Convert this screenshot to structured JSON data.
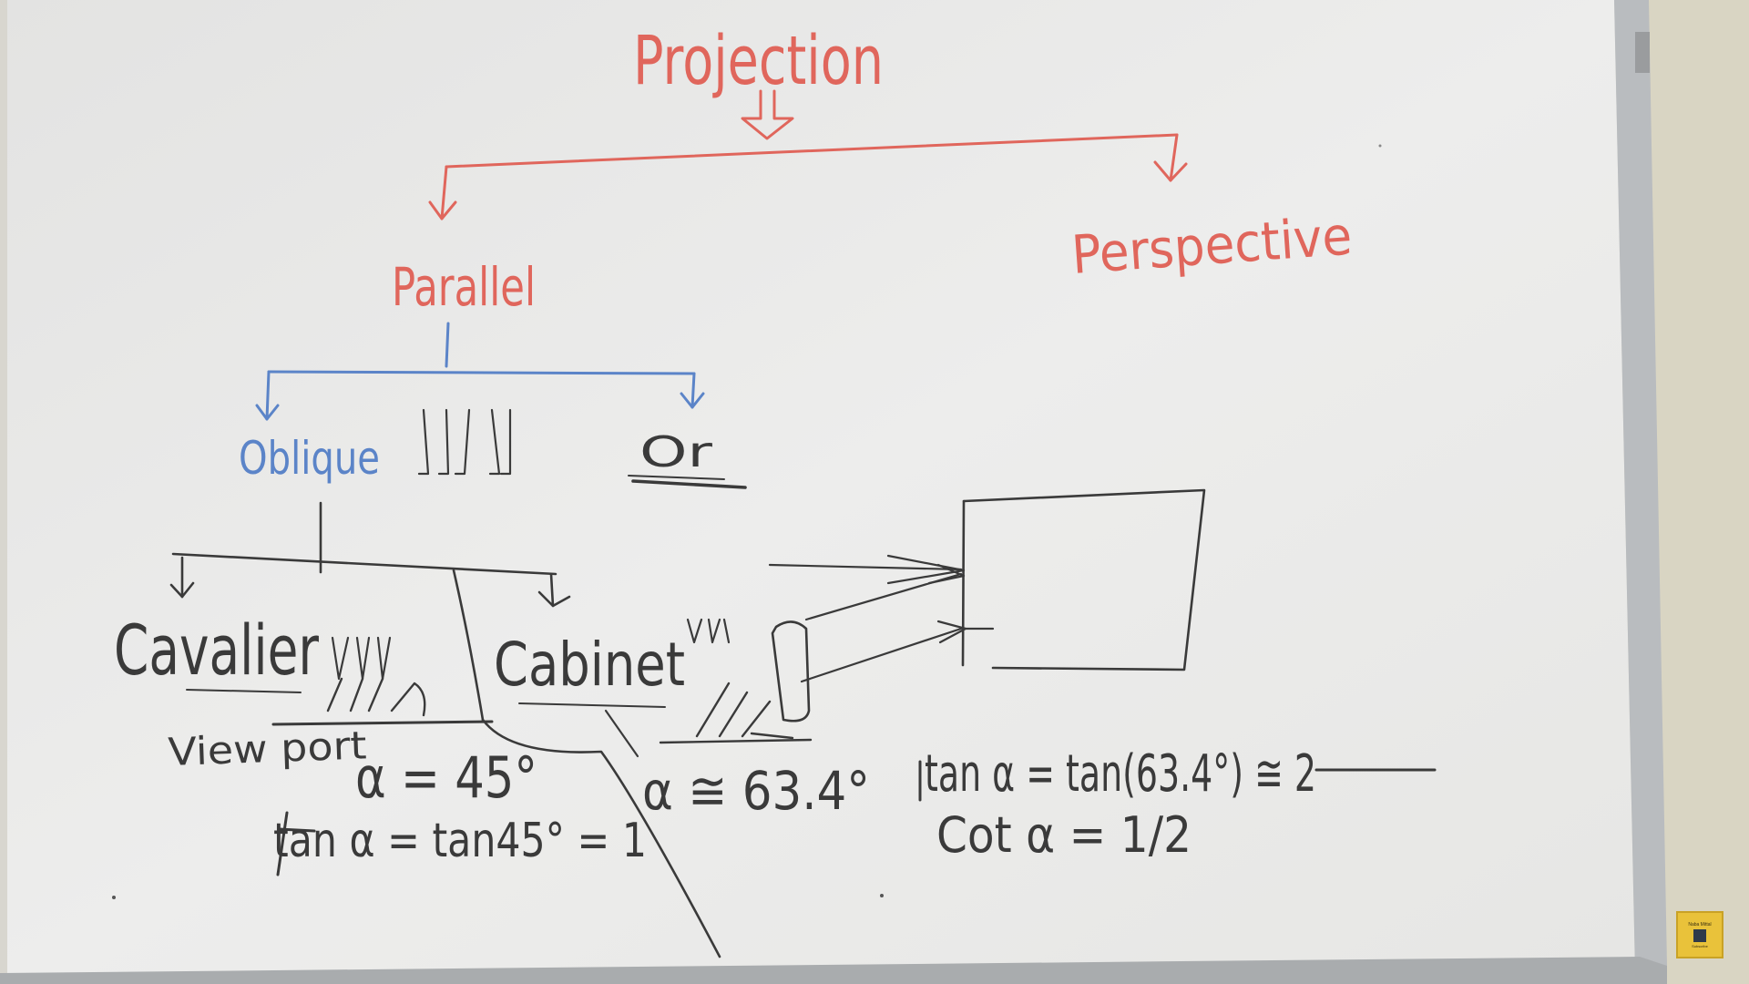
{
  "board": {
    "colors": {
      "red_marker": "#e0665c",
      "blue_marker": "#5b84c8",
      "black_marker": "#3a3a3a",
      "board_white": "#ebebea",
      "frame_gray": "#b9bcbf",
      "wall": "#d8d4c4"
    },
    "top_title": "Projection",
    "branch_left": "Parallel",
    "branch_right": "Perspective",
    "parallel_left": "Oblique",
    "parallel_right": "Or",
    "oblique_left": "Cavalier",
    "oblique_right": "Cabinet",
    "view_port_label": "View port",
    "cavalier_angle": "α = 45°",
    "cavalier_tan": "tan α = tan45° = 1",
    "cabinet_angle": "α ≅ 63.4°",
    "cabinet_tan": "tan α = tan(63.4°) ≅ 2",
    "cabinet_cot": "Cot α = 1/2"
  },
  "channel_badge": {
    "name": "Naba Mittal",
    "action": "Subscribe"
  }
}
